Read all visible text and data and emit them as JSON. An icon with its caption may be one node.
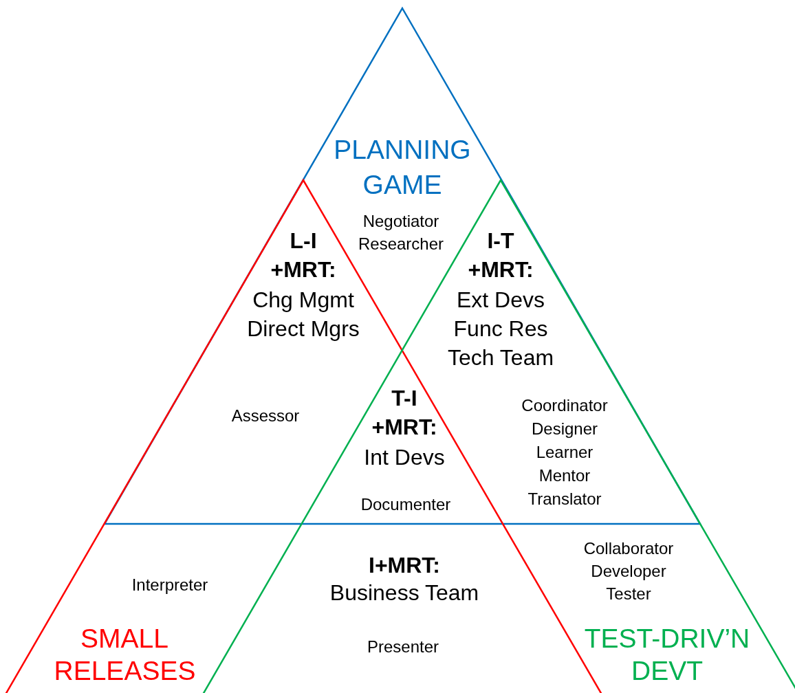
{
  "diagram": {
    "nodes": [
      {
        "text": [
          "PLANNING GAME"
        ]
      },
      {
        "text": [
          "SMALL RELEASES"
        ]
      },
      {
        "text": [
          "TEST-DRIV’N DEVT"
        ]
      }
    ],
    "labels": [
      "Negotiator Researcher",
      "L-I +MRT:",
      "Chg Mgmt Direct Mgrs",
      "I-T +MRT:",
      "Ext Devs Func Res Tech Team",
      "Assessor",
      "T-I +MRT:",
      "Int Devs",
      "Coordinator Designer Learner Mentor Translator",
      "Documenter",
      "Collaborator Developer Tester",
      "Interpreter",
      "I+MRT:",
      "Business Team",
      "Presenter"
    ]
  }
}
